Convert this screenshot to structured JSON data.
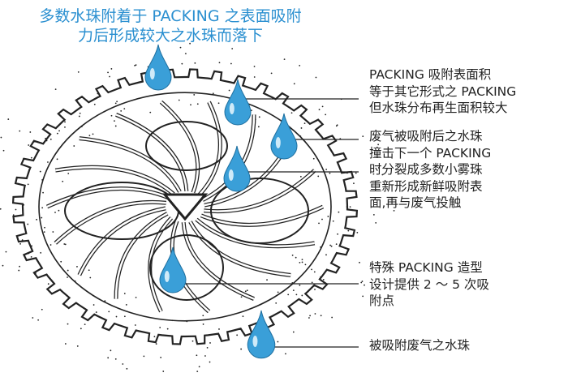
{
  "title": {
    "line1": "多数水珠附着于 PACKING 之表面吸附",
    "line2": "力后形成较大之水珠而落下"
  },
  "notes": [
    {
      "lines": [
        "PACKING 吸附表面积",
        "等于其它形式之 PACKING",
        "但水珠分布再生面积较大"
      ]
    },
    {
      "lines": [
        "废气被吸附后之水珠",
        "撞击下一个 PACKING",
        "时分裂成多数小雾珠",
        "重新形成新鲜吸附表",
        "面,再与废气投触"
      ]
    },
    {
      "lines": [
        "特殊 PACKING 造型",
        "设计提供 2 ～ 5 次吸",
        "附点"
      ]
    },
    {
      "lines": [
        "被吸附废气之水珠"
      ]
    }
  ],
  "colors": {
    "title": "#2a8fd0",
    "drop": "#3a9fd8",
    "line": "#222222"
  }
}
